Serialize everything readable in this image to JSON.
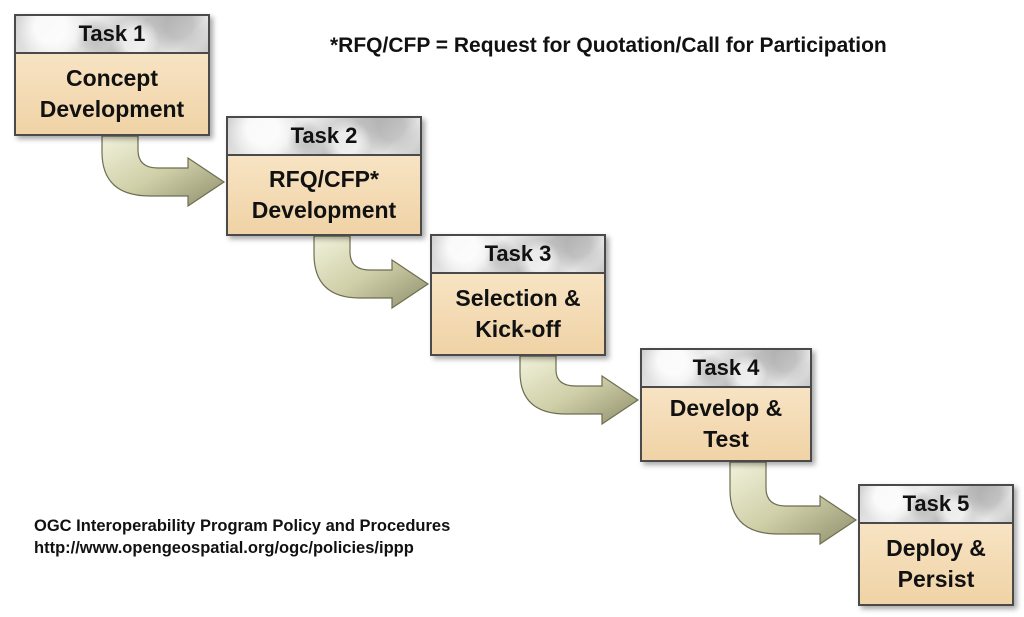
{
  "note": "*RFQ/CFP = Request for Quotation/Call for Participation",
  "source": {
    "line1": "OGC Interoperability Program Policy and Procedures",
    "line2": "http://www.opengeospatial.org/ogc/policies/ippp"
  },
  "tasks": [
    {
      "header": "Task 1",
      "lines": [
        "Concept",
        "Development"
      ]
    },
    {
      "header": "Task 2",
      "lines": [
        "RFQ/CFP*",
        "Development"
      ]
    },
    {
      "header": "Task 3",
      "lines": [
        "Selection &",
        "Kick-off"
      ]
    },
    {
      "header": "Task 4",
      "lines": [
        "Develop &",
        "Test"
      ]
    },
    {
      "header": "Task 5",
      "lines": [
        "Deploy &",
        "Persist"
      ]
    }
  ],
  "colors": {
    "box_body": "#f4dcb5",
    "box_border": "#4a4a4a",
    "arrow_light": "#f2f2dc",
    "arrow_dark": "#8e8e6c"
  }
}
